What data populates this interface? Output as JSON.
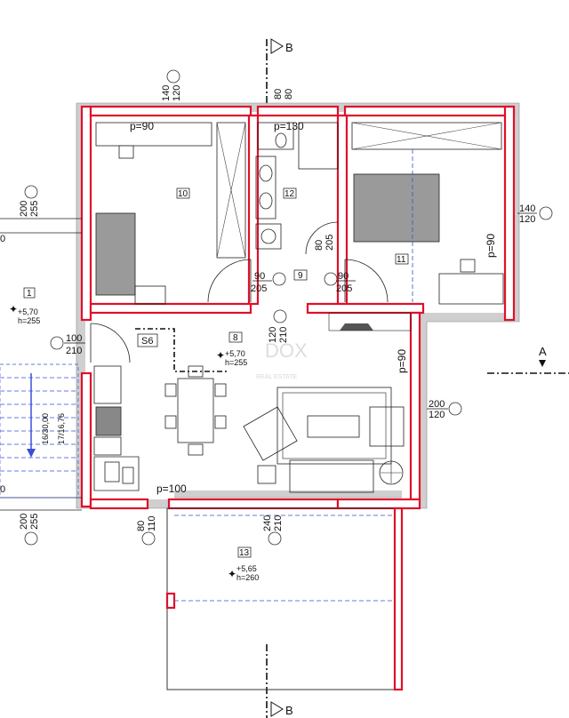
{
  "sections": {
    "top_label": "B",
    "bottom_label": "B",
    "right_label": "A"
  },
  "rooms": {
    "r1": {
      "num": "1",
      "level": "+5,70",
      "height": "h=255"
    },
    "r8": {
      "num": "8",
      "level": "+5,70",
      "height": "h=255"
    },
    "r9": {
      "num": "9"
    },
    "r10": {
      "num": "10"
    },
    "r11": {
      "num": "11"
    },
    "r12": {
      "num": "12"
    },
    "r13": {
      "num": "13",
      "level": "+5,65",
      "height": "h=260"
    },
    "s6": {
      "label": "S6"
    }
  },
  "parapets": {
    "p90_top": "p=90",
    "p130": "p=130",
    "p90_right": "p=90",
    "p90_mid": "p=90",
    "p100": "p=100"
  },
  "openings": {
    "top_140": "140",
    "top_120": "120",
    "top_80": "80",
    "top_80b": "80",
    "left_200": "200",
    "left_255": "255",
    "mid_80": "80",
    "mid_205": "205",
    "door1_90": "90",
    "door1_205": "205",
    "door2_90": "90",
    "door2_205": "205",
    "right_140": "140",
    "right_120": "120",
    "door_100": "100",
    "door_210": "210",
    "living_120": "120",
    "living_210": "210",
    "right_200": "200",
    "right2_120": "120",
    "bottom_200": "200",
    "bottom_255": "255",
    "bottom_80": "80",
    "bottom_110": "110",
    "bottom_240": "240",
    "bottom_210": "210"
  },
  "stairs": {
    "steps": "16/30,00",
    "ratio": "17/16,76"
  },
  "edge_labels": {
    "left_top": "0",
    "left_bottom": "0"
  },
  "watermark": {
    "brand": "DOX",
    "sub": "REAL ESTATE"
  }
}
